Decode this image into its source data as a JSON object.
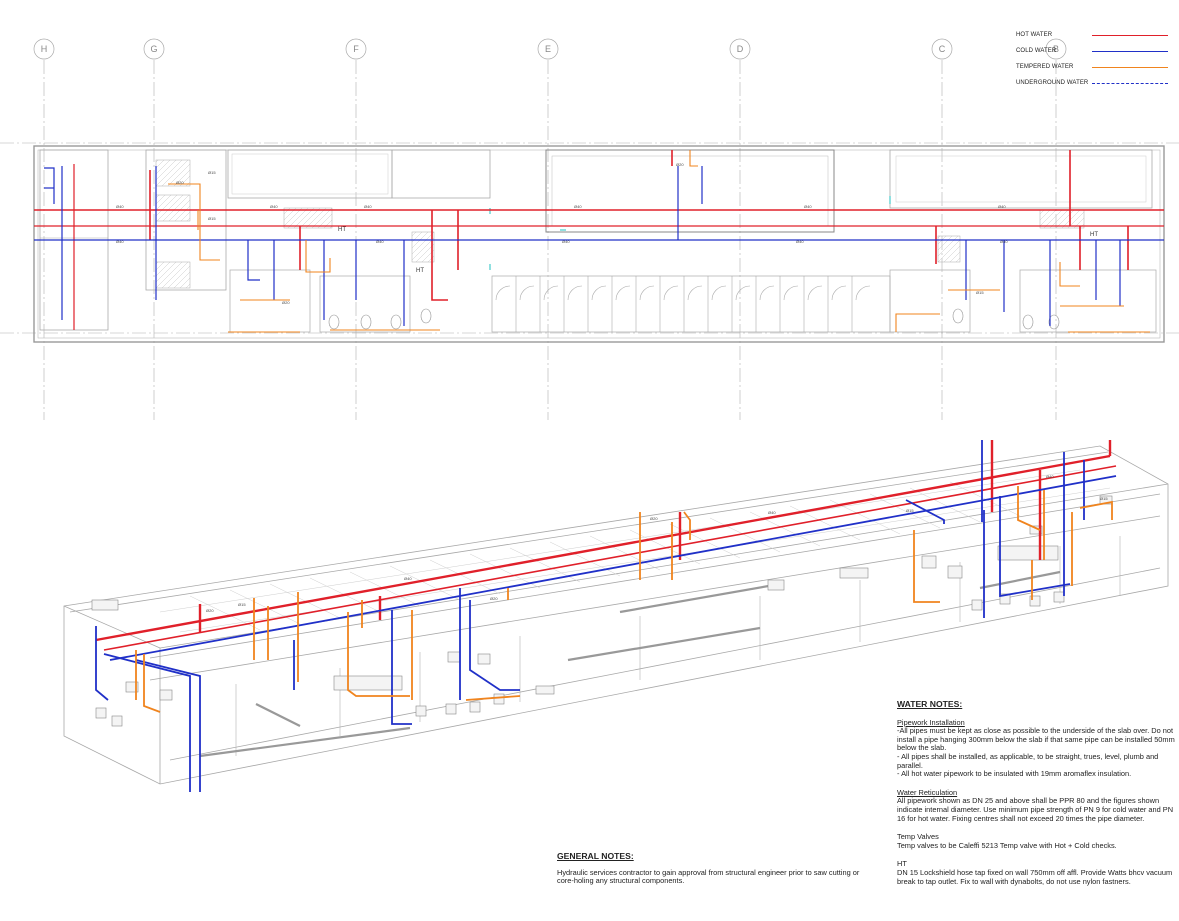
{
  "legend": [
    {
      "label": "HOT WATER",
      "color": "#e0202a",
      "dashed": false
    },
    {
      "label": "COLD WATER",
      "color": "#2030c8",
      "dashed": false
    },
    {
      "label": "TEMPERED WATER",
      "color": "#f0841e",
      "dashed": false
    },
    {
      "label": "UNDERGROUND WATER",
      "color": "#2030c8",
      "dashed": true
    }
  ],
  "grid_lines": [
    "H",
    "G",
    "F",
    "E",
    "D",
    "C",
    "B"
  ],
  "plan_labels": {
    "ht_1": "HT",
    "ht_2": "HT",
    "ht_3": "HT"
  },
  "water_notes": {
    "title": "WATER NOTES:",
    "pipework": {
      "heading": "Pipework Installation",
      "lines": [
        "-All pipes must be kept as close as possible to the underside of the slab over. Do not install a pipe hanging 300mm below the slab if that same pipe can be installed 50mm below the slab.",
        "- All pipes shall be installed, as applicable, to be straight, trues, level, plumb and parallel.",
        "- All hot water pipework to be insulated with 19mm aromaflex insulation."
      ]
    },
    "reticulation": {
      "heading": "Water Reticulation",
      "text": "All pipework shown as DN 25 and above shall be PPR 80 and the figures shown indicate internal diameter. Use minimum pipe strength of PN 9 for cold water and PN 16 for hot water. Fixing centres shall not exceed 20 times the pipe diameter."
    },
    "temp_valves": {
      "heading": "Temp Valves",
      "text": "Temp valves to be Caleffi 5213 Temp valve with Hot + Cold checks."
    },
    "ht": {
      "heading": "HT",
      "text": "DN 15 Lockshield hose tap fixed on wall 750mm off affl. Provide Watts bhcv vacuum break to tap outlet. Fix to wall with dynabolts, do not use nylon fastners."
    }
  },
  "general_notes": {
    "title": "GENERAL NOTES:",
    "text": "Hydraulic services contractor to gain approval from structural engineer prior to saw cutting or core-holing any structural components."
  },
  "colors": {
    "hot": "#e0202a",
    "cold": "#2030c8",
    "tempered": "#f0841e",
    "arch": "#9a9a9a",
    "grid": "#b0b0b0",
    "accent": "#22c0c0"
  }
}
